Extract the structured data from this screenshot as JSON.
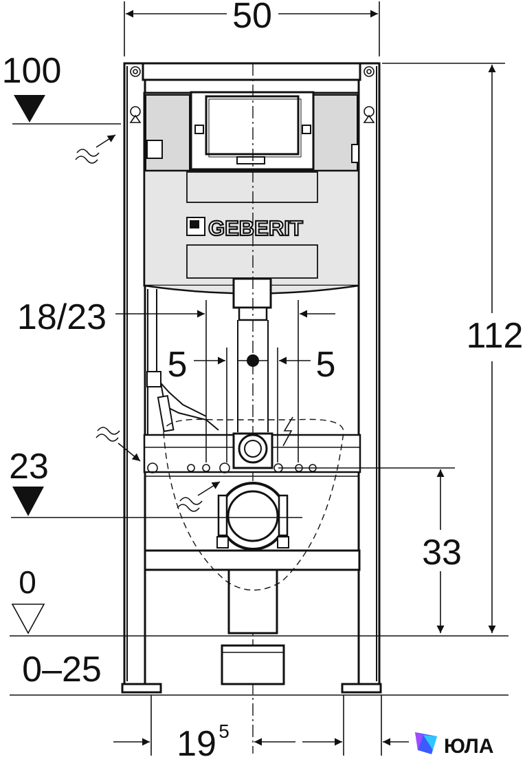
{
  "dimensions": {
    "width_top": "50",
    "height_100": "100",
    "height_total": "112",
    "pipe_range": "18/23",
    "offset_left": "5",
    "offset_right": "5",
    "height_23": "23",
    "height_33": "33",
    "floor_zero": "0",
    "floor_range": "0–25",
    "bottom_left_base": "19",
    "bottom_left_sup": "5"
  },
  "labels": {
    "brand": "GEBERIT"
  },
  "watermark": {
    "text": "ЮЛА",
    "accent_colors": [
      "#3b5bff",
      "#2ec6ff",
      "#a04bff"
    ]
  },
  "colors": {
    "line": "#111111",
    "background": "#ffffff",
    "tank_fill": "#e6e6e6"
  }
}
